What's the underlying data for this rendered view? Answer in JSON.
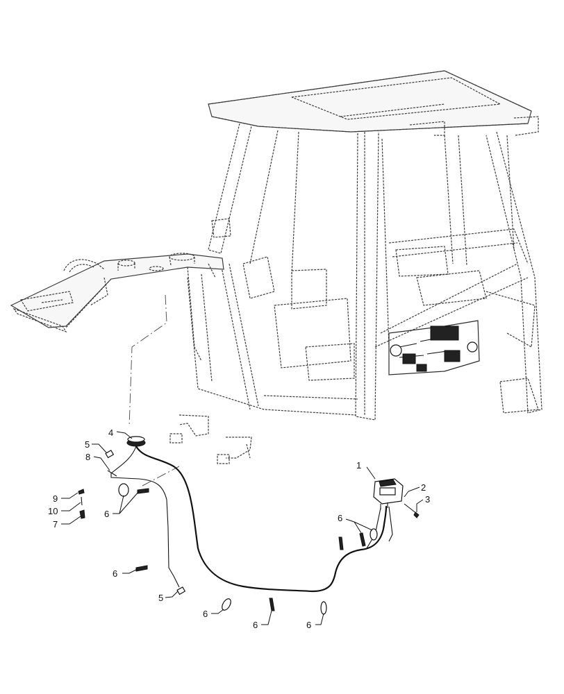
{
  "callouts": [
    {
      "id": "c1",
      "label": "1"
    },
    {
      "id": "c2",
      "label": "2"
    },
    {
      "id": "c3",
      "label": "3"
    },
    {
      "id": "c4",
      "label": "4"
    },
    {
      "id": "c5a",
      "label": "5"
    },
    {
      "id": "c5b",
      "label": "5"
    },
    {
      "id": "c6a",
      "label": "6"
    },
    {
      "id": "c6b",
      "label": "6"
    },
    {
      "id": "c6c",
      "label": "6"
    },
    {
      "id": "c6d",
      "label": "6"
    },
    {
      "id": "c6e",
      "label": "6"
    },
    {
      "id": "c6f",
      "label": "6"
    },
    {
      "id": "c7",
      "label": "7"
    },
    {
      "id": "c8",
      "label": "8"
    },
    {
      "id": "c9",
      "label": "9"
    },
    {
      "id": "c10",
      "label": "10"
    }
  ]
}
